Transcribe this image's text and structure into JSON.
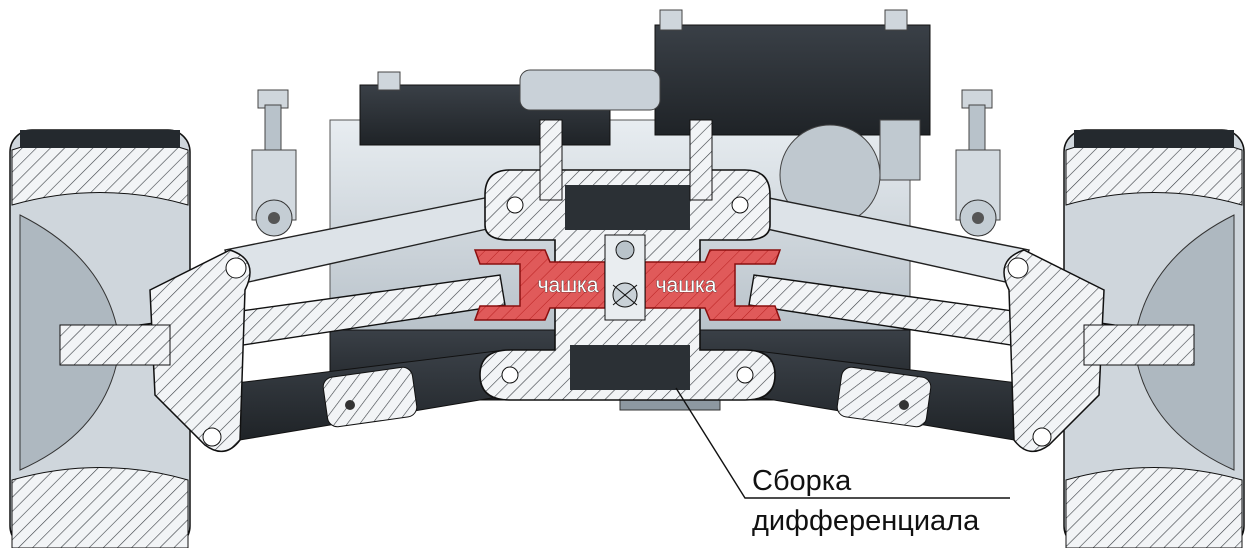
{
  "diagram": {
    "labels": {
      "cup_left": "чашка",
      "cup_right": "чашка",
      "callout_line1": "Сборка",
      "callout_line2": "дифференциала"
    },
    "colors": {
      "section_red": "#e05a5a",
      "section_red_edge": "#b82020",
      "part_light": "#d6dde3",
      "part_dark": "#2b3035",
      "hatch_stroke": "#3a3f44",
      "outline": "#111111"
    }
  }
}
